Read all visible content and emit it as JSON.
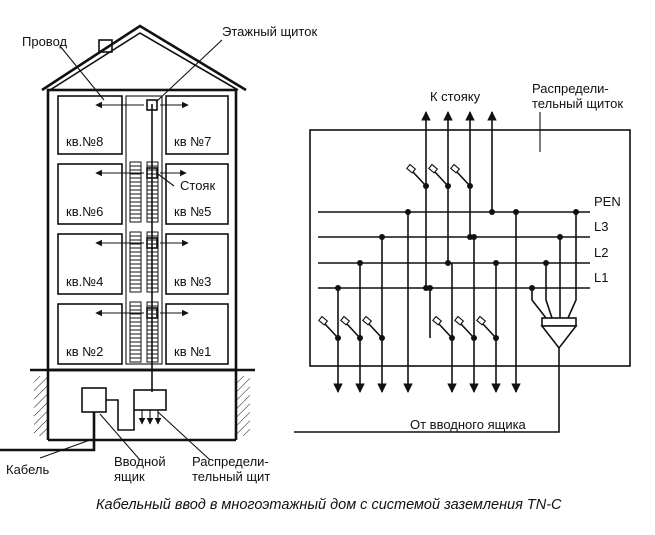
{
  "building": {
    "label_wire": "Провод",
    "label_floor_panel": "Этажный щиток",
    "label_riser": "Стояк",
    "label_cable": "Кабель",
    "label_entry_box_1": "Вводной",
    "label_entry_box_2": "ящик",
    "label_dist_board_1": "Распредели-",
    "label_dist_board_2": "тельный щит",
    "apartments": [
      "кв.№8",
      "кв №7",
      "кв.№6",
      "кв №5",
      "кв.№4",
      "кв №3",
      "кв №2",
      "кв №1"
    ]
  },
  "schematic": {
    "label_to_riser": "К стояку",
    "label_dist_panel_1": "Распредели-",
    "label_dist_panel_2": "тельный щиток",
    "buses": [
      "PEN",
      "L3",
      "L2",
      "L1"
    ],
    "label_from_entry": "От вводного ящика"
  },
  "caption": "Кабельный ввод в многоэтажный дом с системой заземления TN-C"
}
